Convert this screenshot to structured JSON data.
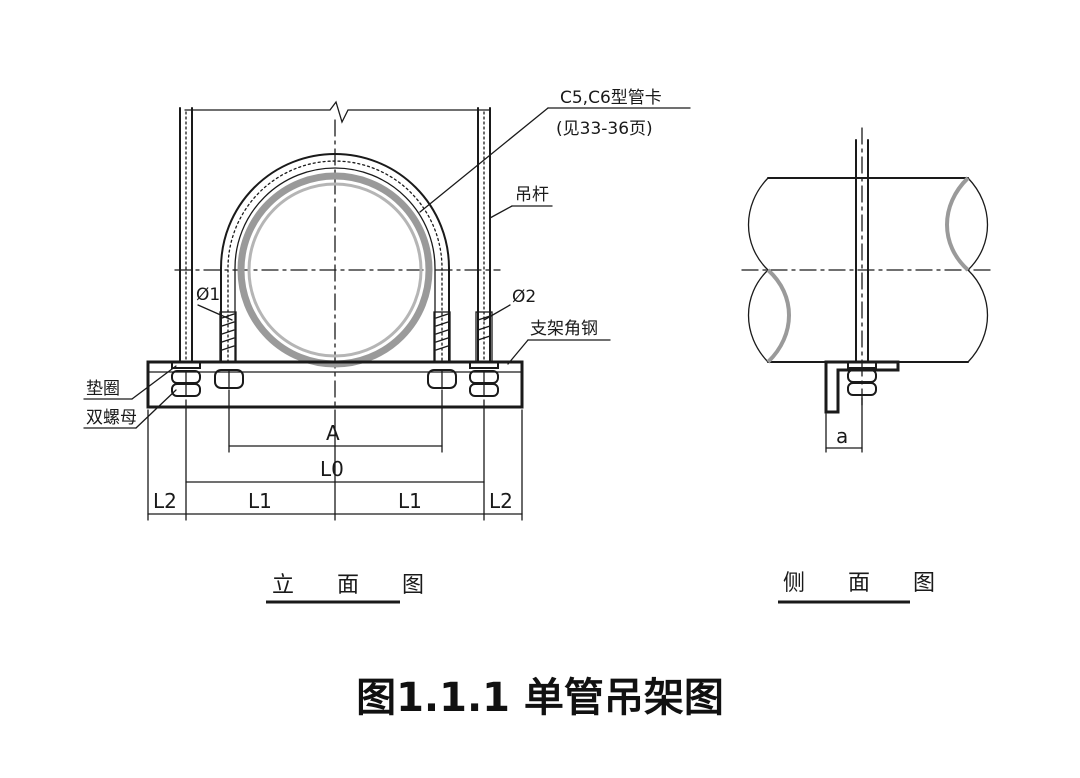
{
  "labels": {
    "clamp_type": "C5,C6型管卡",
    "clamp_ref": "(见33-36页)",
    "rod": "吊杆",
    "phi1": "Ø1",
    "phi2": "Ø2",
    "angle_steel": "支架角钢",
    "washer": "垫圈",
    "double_nut": "双螺母"
  },
  "dimensions": {
    "a_upper": "A",
    "l0": "L0",
    "l1_left": "L1",
    "l1_right": "L1",
    "l2_left": "L2",
    "l2_right": "L2",
    "side_a": "a"
  },
  "views": {
    "elevation": "立 面 图",
    "side": "侧 面 图"
  },
  "caption": "图1.1.1  单管吊架图"
}
